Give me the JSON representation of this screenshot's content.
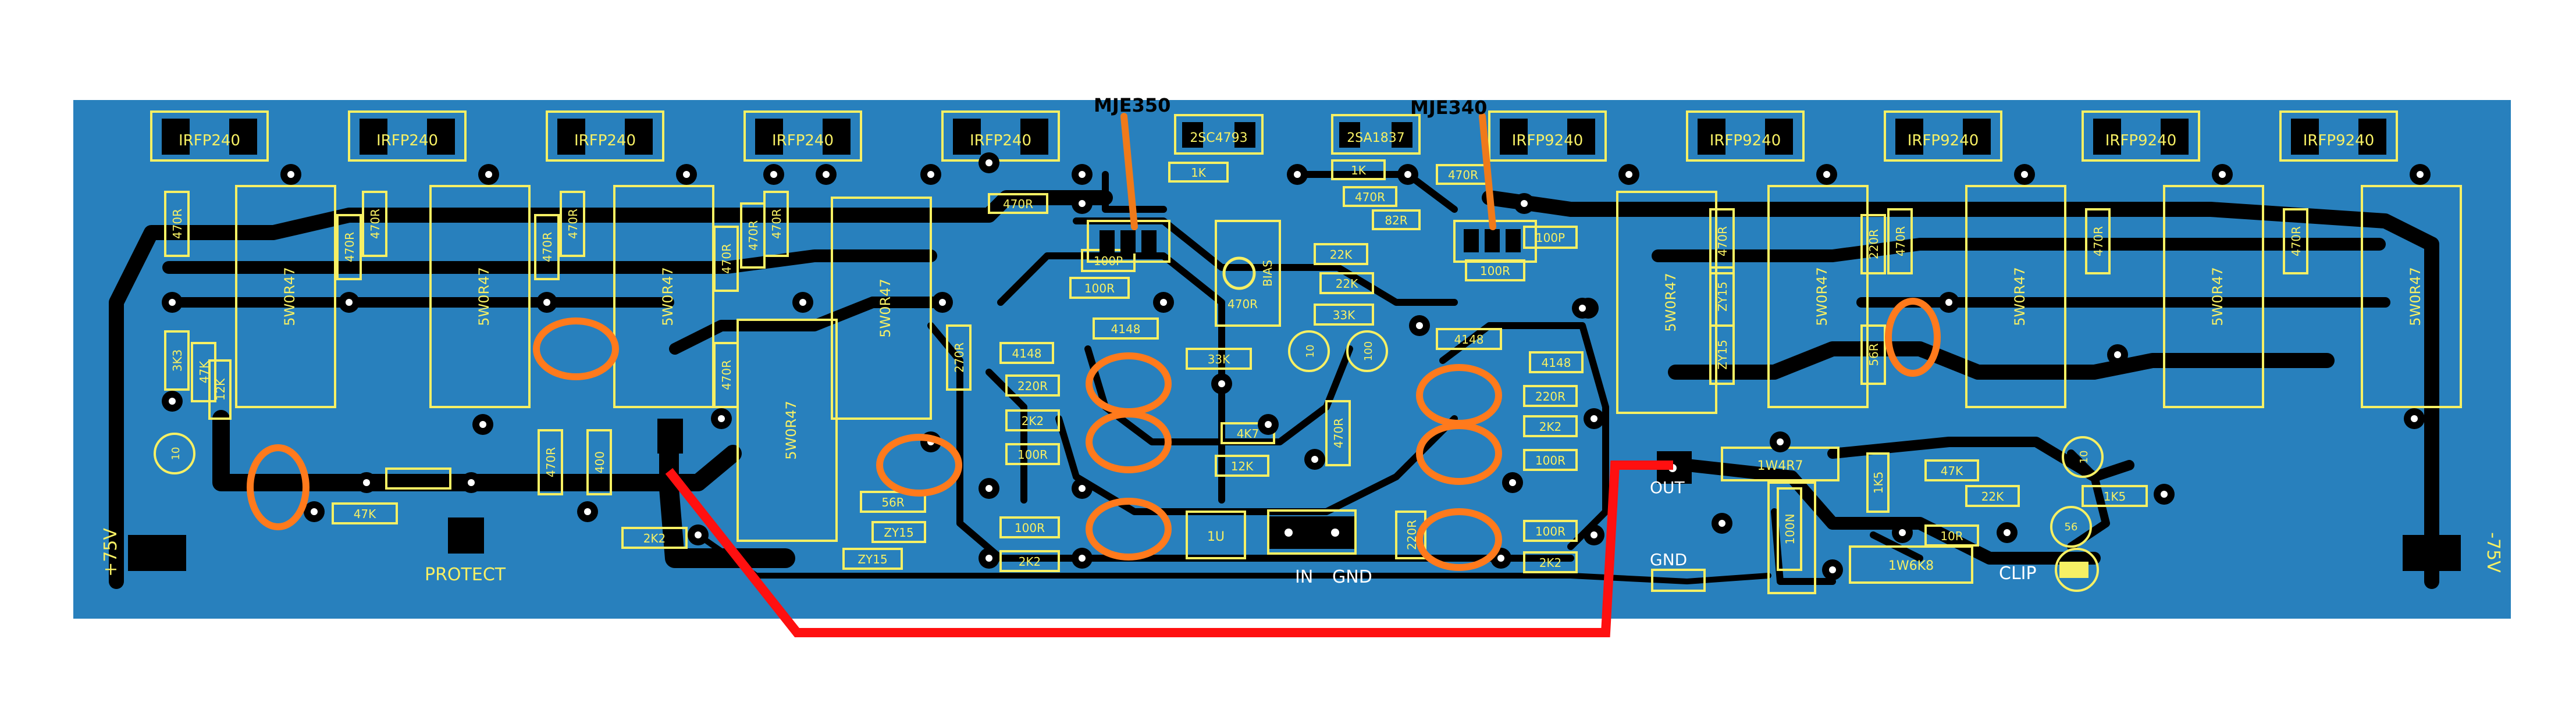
{
  "colors": {
    "board": "#2880bd",
    "copper": "#000000",
    "silkscreen": "#f7f064",
    "highlight_ring": "#ff7a1c",
    "jumper_wire": "#ff1010",
    "callout_line": "#f07a1a"
  },
  "callouts": {
    "left": "MJE350",
    "right": "MJE340"
  },
  "transistors_out": [
    "IRFP240",
    "IRFP240",
    "IRFP240",
    "IRFP240",
    "IRFP240",
    "IRFP9240",
    "IRFP9240",
    "IRFP9240",
    "IRFP9240",
    "IRFP9240"
  ],
  "driver_labels": {
    "left": "2SC4793",
    "right": "2SA1837"
  },
  "emitter_resistors": "5W0R47",
  "labels": {
    "r470": "470R",
    "r1k": "1K",
    "r82": "82R",
    "r100": "100R",
    "c100p": "100P",
    "r22k": "22K",
    "r33k": "33K",
    "d4148": "4148",
    "r220": "220R",
    "r2k2": "2K2",
    "r4k7": "4K7",
    "r12k": "12K",
    "r56": "56R",
    "zy15": "ZY15",
    "r3k3": "3K3",
    "r47k": "47K",
    "c100n": "100N",
    "c400": "400",
    "r2k2b": "2K2",
    "r270": "270R",
    "c1u": "1U",
    "r1w4r7": "1W4R7",
    "r1w6k8": "1W6K8",
    "r10": "10R",
    "r1k5": "1K5",
    "r22kb": "22K",
    "bias": "BIAS",
    "c10u": "10",
    "c100u": "100",
    "c20r": "220R",
    "c56": "56"
  },
  "connectors": {
    "protect": "PROTECT",
    "in": "IN",
    "gnd": "GND",
    "out": "OUT",
    "gnd2": "GND",
    "clip": "CLIP",
    "vpos": "+75V",
    "vneg": "-75V"
  }
}
